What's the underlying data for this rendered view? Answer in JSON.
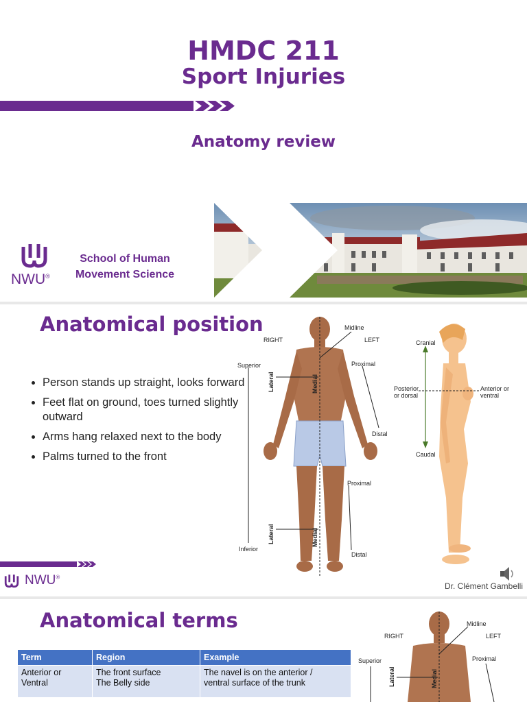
{
  "slide1": {
    "course_code": "HMDC 211",
    "course_name": "Sport Injuries",
    "subtitle": "Anatomy review",
    "logo_text": "NWU",
    "logo_reg": "®",
    "school_line1": "School of Human",
    "school_line2": "Movement Science"
  },
  "slide2": {
    "title": "Anatomical position",
    "bullets": [
      "Person stands up straight, looks forward",
      "Feet flat on ground, toes turned slightly outward",
      "Arms hang relaxed next to the body",
      "Palms turned to the front"
    ],
    "figure_labels": {
      "right": "RIGHT",
      "left": "LEFT",
      "midline": "Midline",
      "superior": "Superior",
      "inferior": "Inferior",
      "lateral": "Lateral",
      "medial": "Medial",
      "proximal": "Proximal",
      "distal": "Distal",
      "cranial": "Cranial",
      "caudal": "Caudal",
      "posterior": "Posterior",
      "or_dorsal": "or dorsal",
      "anterior": "Anterior or",
      "ventral": "ventral"
    },
    "footer_logo": "NWU",
    "footer_reg": "®",
    "author": "Dr. Clément Gambelli",
    "icon": "speaker-icon"
  },
  "slide3": {
    "title": "Anatomical terms",
    "table": {
      "headers": [
        "Term",
        "Region",
        "Example"
      ],
      "rows": [
        {
          "term": [
            "Anterior or",
            "Ventral"
          ],
          "region": [
            "The front surface",
            "The Belly side"
          ],
          "example": [
            "The navel is on the anterior /",
            "ventral surface of the trunk"
          ]
        }
      ]
    },
    "figure_labels": {
      "right": "RIGHT",
      "left": "LEFT",
      "midline": "Midline",
      "superior": "Superior",
      "proximal": "Proximal",
      "lateral": "Lateral",
      "medial": "Medial"
    }
  },
  "colors": {
    "brand_purple": "#6a2b8f",
    "table_header": "#4472c4",
    "table_row": "#d9e1f2"
  }
}
